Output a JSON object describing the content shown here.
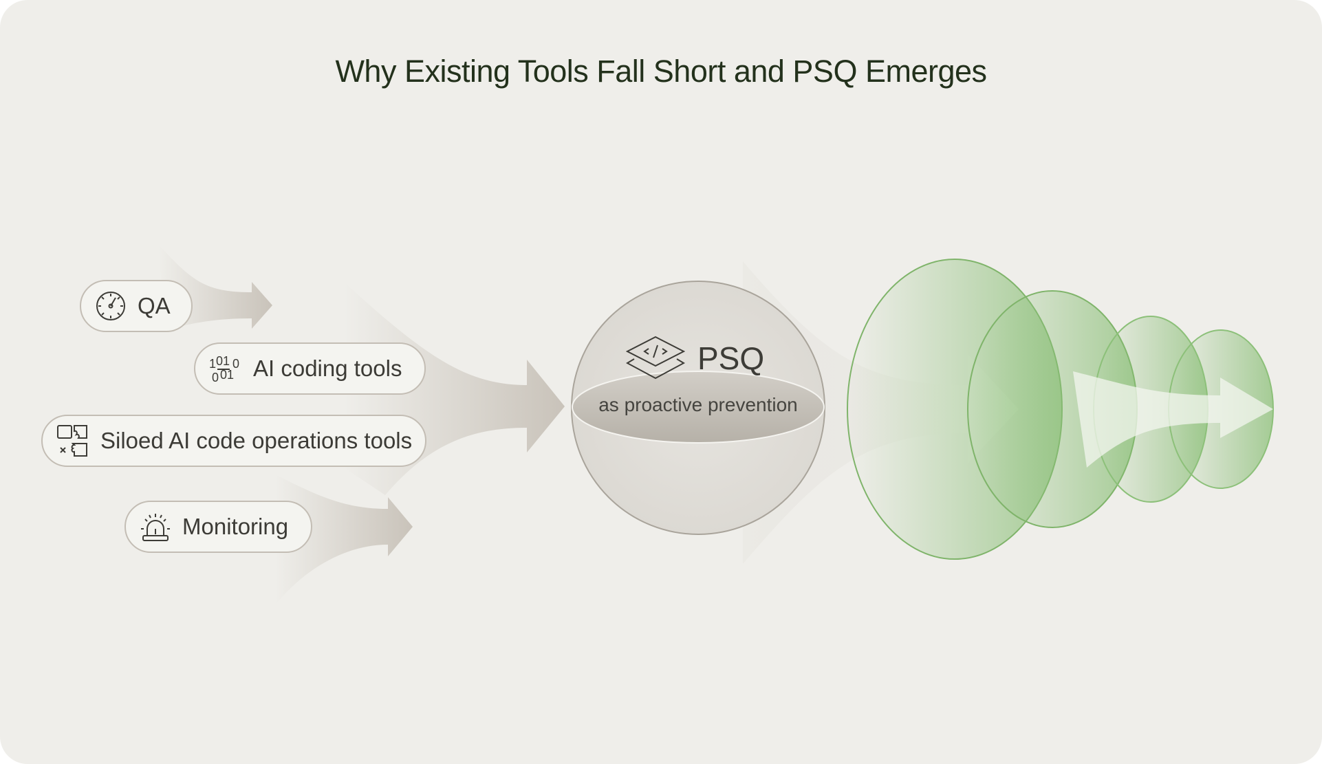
{
  "title": "Why Existing Tools Fall Short and PSQ Emerges",
  "inputs": [
    {
      "label": "QA",
      "icon": "stopwatch-icon"
    },
    {
      "label": "AI coding tools",
      "icon": "binary-code-icon"
    },
    {
      "label": "Siloed AI code operations tools",
      "icon": "puzzle-pieces-icon"
    },
    {
      "label": "Monitoring",
      "icon": "alarm-siren-icon"
    }
  ],
  "center": {
    "label": "PSQ",
    "subtitle": "as proactive prevention",
    "icon": "code-layers-icon"
  },
  "colors": {
    "background": "#efeeea",
    "title": "#23311c",
    "green": "#7fb46a",
    "arrow": "#c9c3ba"
  }
}
